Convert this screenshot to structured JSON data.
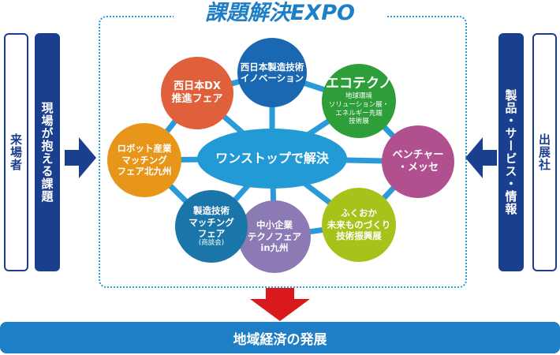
{
  "title": "課題解決EXPO",
  "left": {
    "visitors": "来場者",
    "issues": "現場が抱える課題"
  },
  "right": {
    "exhibitors": "出展社",
    "offerings": "製品・サービス・情報"
  },
  "center": "ワンストップで解決",
  "events": [
    {
      "lines": [
        "西日本製造技術",
        "イノベーション"
      ],
      "color": "#1a67b2"
    },
    {
      "lines": [
        "エコテクノ"
      ],
      "sub": [
        "地球環境",
        "ソリューション展・",
        "エネルギー先端",
        "技術展"
      ],
      "color": "#2e9e3a"
    },
    {
      "lines": [
        "ベンチャー",
        "・メッセ"
      ],
      "color": "#b0508f"
    },
    {
      "lines": [
        "ふくおか",
        "未来ものづくり",
        "技術振興展"
      ],
      "color": "#a6c21b"
    },
    {
      "lines": [
        "中小企業",
        "テクノフェア",
        "in九州"
      ],
      "color": "#8c7ab4"
    },
    {
      "lines": [
        "製造技術",
        "マッチング",
        "フェア"
      ],
      "sub": [
        "(商談会)"
      ],
      "color": "#1a75a8"
    },
    {
      "lines": [
        "ロボット産業",
        "マッチング",
        "フェア北九州"
      ],
      "color": "#e8961a"
    },
    {
      "lines": [
        "西日本DX",
        "推進フェア"
      ],
      "color": "#e0603c"
    }
  ],
  "bottom": "地域経済の発展"
}
